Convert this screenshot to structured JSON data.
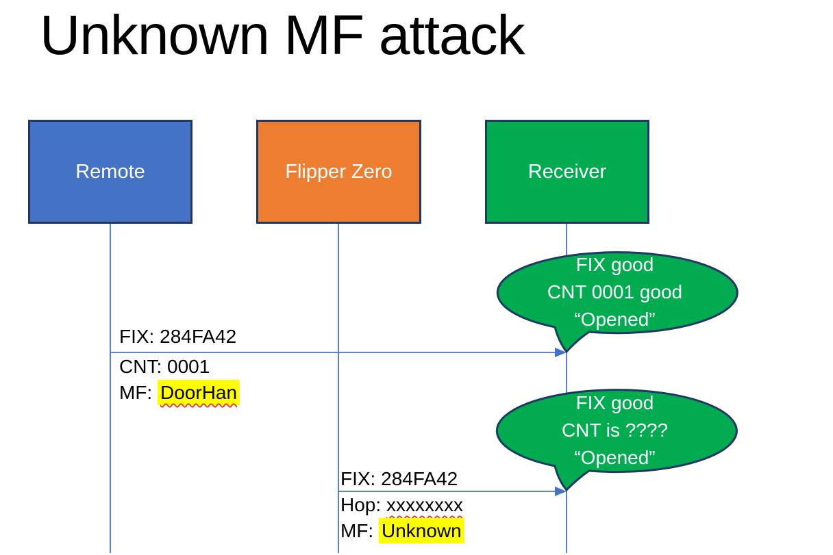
{
  "title": "Unknown MF attack",
  "actors": [
    {
      "name": "Remote",
      "fill": "#4472C4"
    },
    {
      "name": "Flipper Zero",
      "fill": "#ED7D31"
    },
    {
      "name": "Receiver",
      "fill": "#00AC4F"
    }
  ],
  "messages": [
    {
      "from": "Remote",
      "to": "Receiver",
      "above": "FIX: 284FA42",
      "below_line1": "CNT: 0001",
      "below_line2_label": "MF: ",
      "below_line2_value": "DoorHan"
    },
    {
      "from": "Flipper Zero",
      "to": "Receiver",
      "above": "FIX: 284FA42",
      "below_line1_label": "Hop: ",
      "below_line1_value": "xxxxxxxx",
      "below_line2_label": "MF: ",
      "below_line2_value": "Unknown"
    }
  ],
  "callouts": [
    {
      "line1": "FIX good",
      "line2": "CNT 0001 good",
      "line3": "“Opened”"
    },
    {
      "line1": "FIX good",
      "line2": "CNT is ????",
      "line3": "“Opened”"
    }
  ],
  "colors": {
    "connector": "#4472C4",
    "outline": "#1F3864",
    "callout_fill": "#00AC4F",
    "highlight": "#FFFF00",
    "squiggle": "#E0442C",
    "text_on_fill": "#FFFFFF",
    "title_text": "#000000"
  }
}
